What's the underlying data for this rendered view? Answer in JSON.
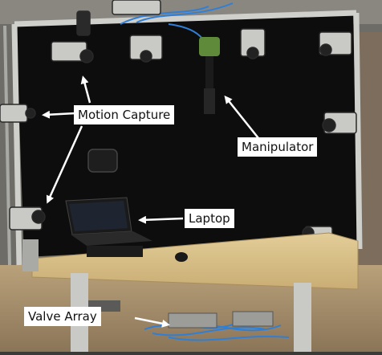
{
  "image": {
    "description_free": true
  },
  "labels": {
    "motion_capture": "Motion Capture",
    "manipulator": "Manipulator",
    "laptop": "Laptop",
    "valve_array": "Valve Array"
  },
  "colors": {
    "frame": "#cfd0cc",
    "backdrop": "#0d0d0d",
    "table": "#d8c08a",
    "tubing": "#2f7fd6",
    "manipulator_green": "#5e8a3a",
    "arrow": "#ffffff"
  }
}
